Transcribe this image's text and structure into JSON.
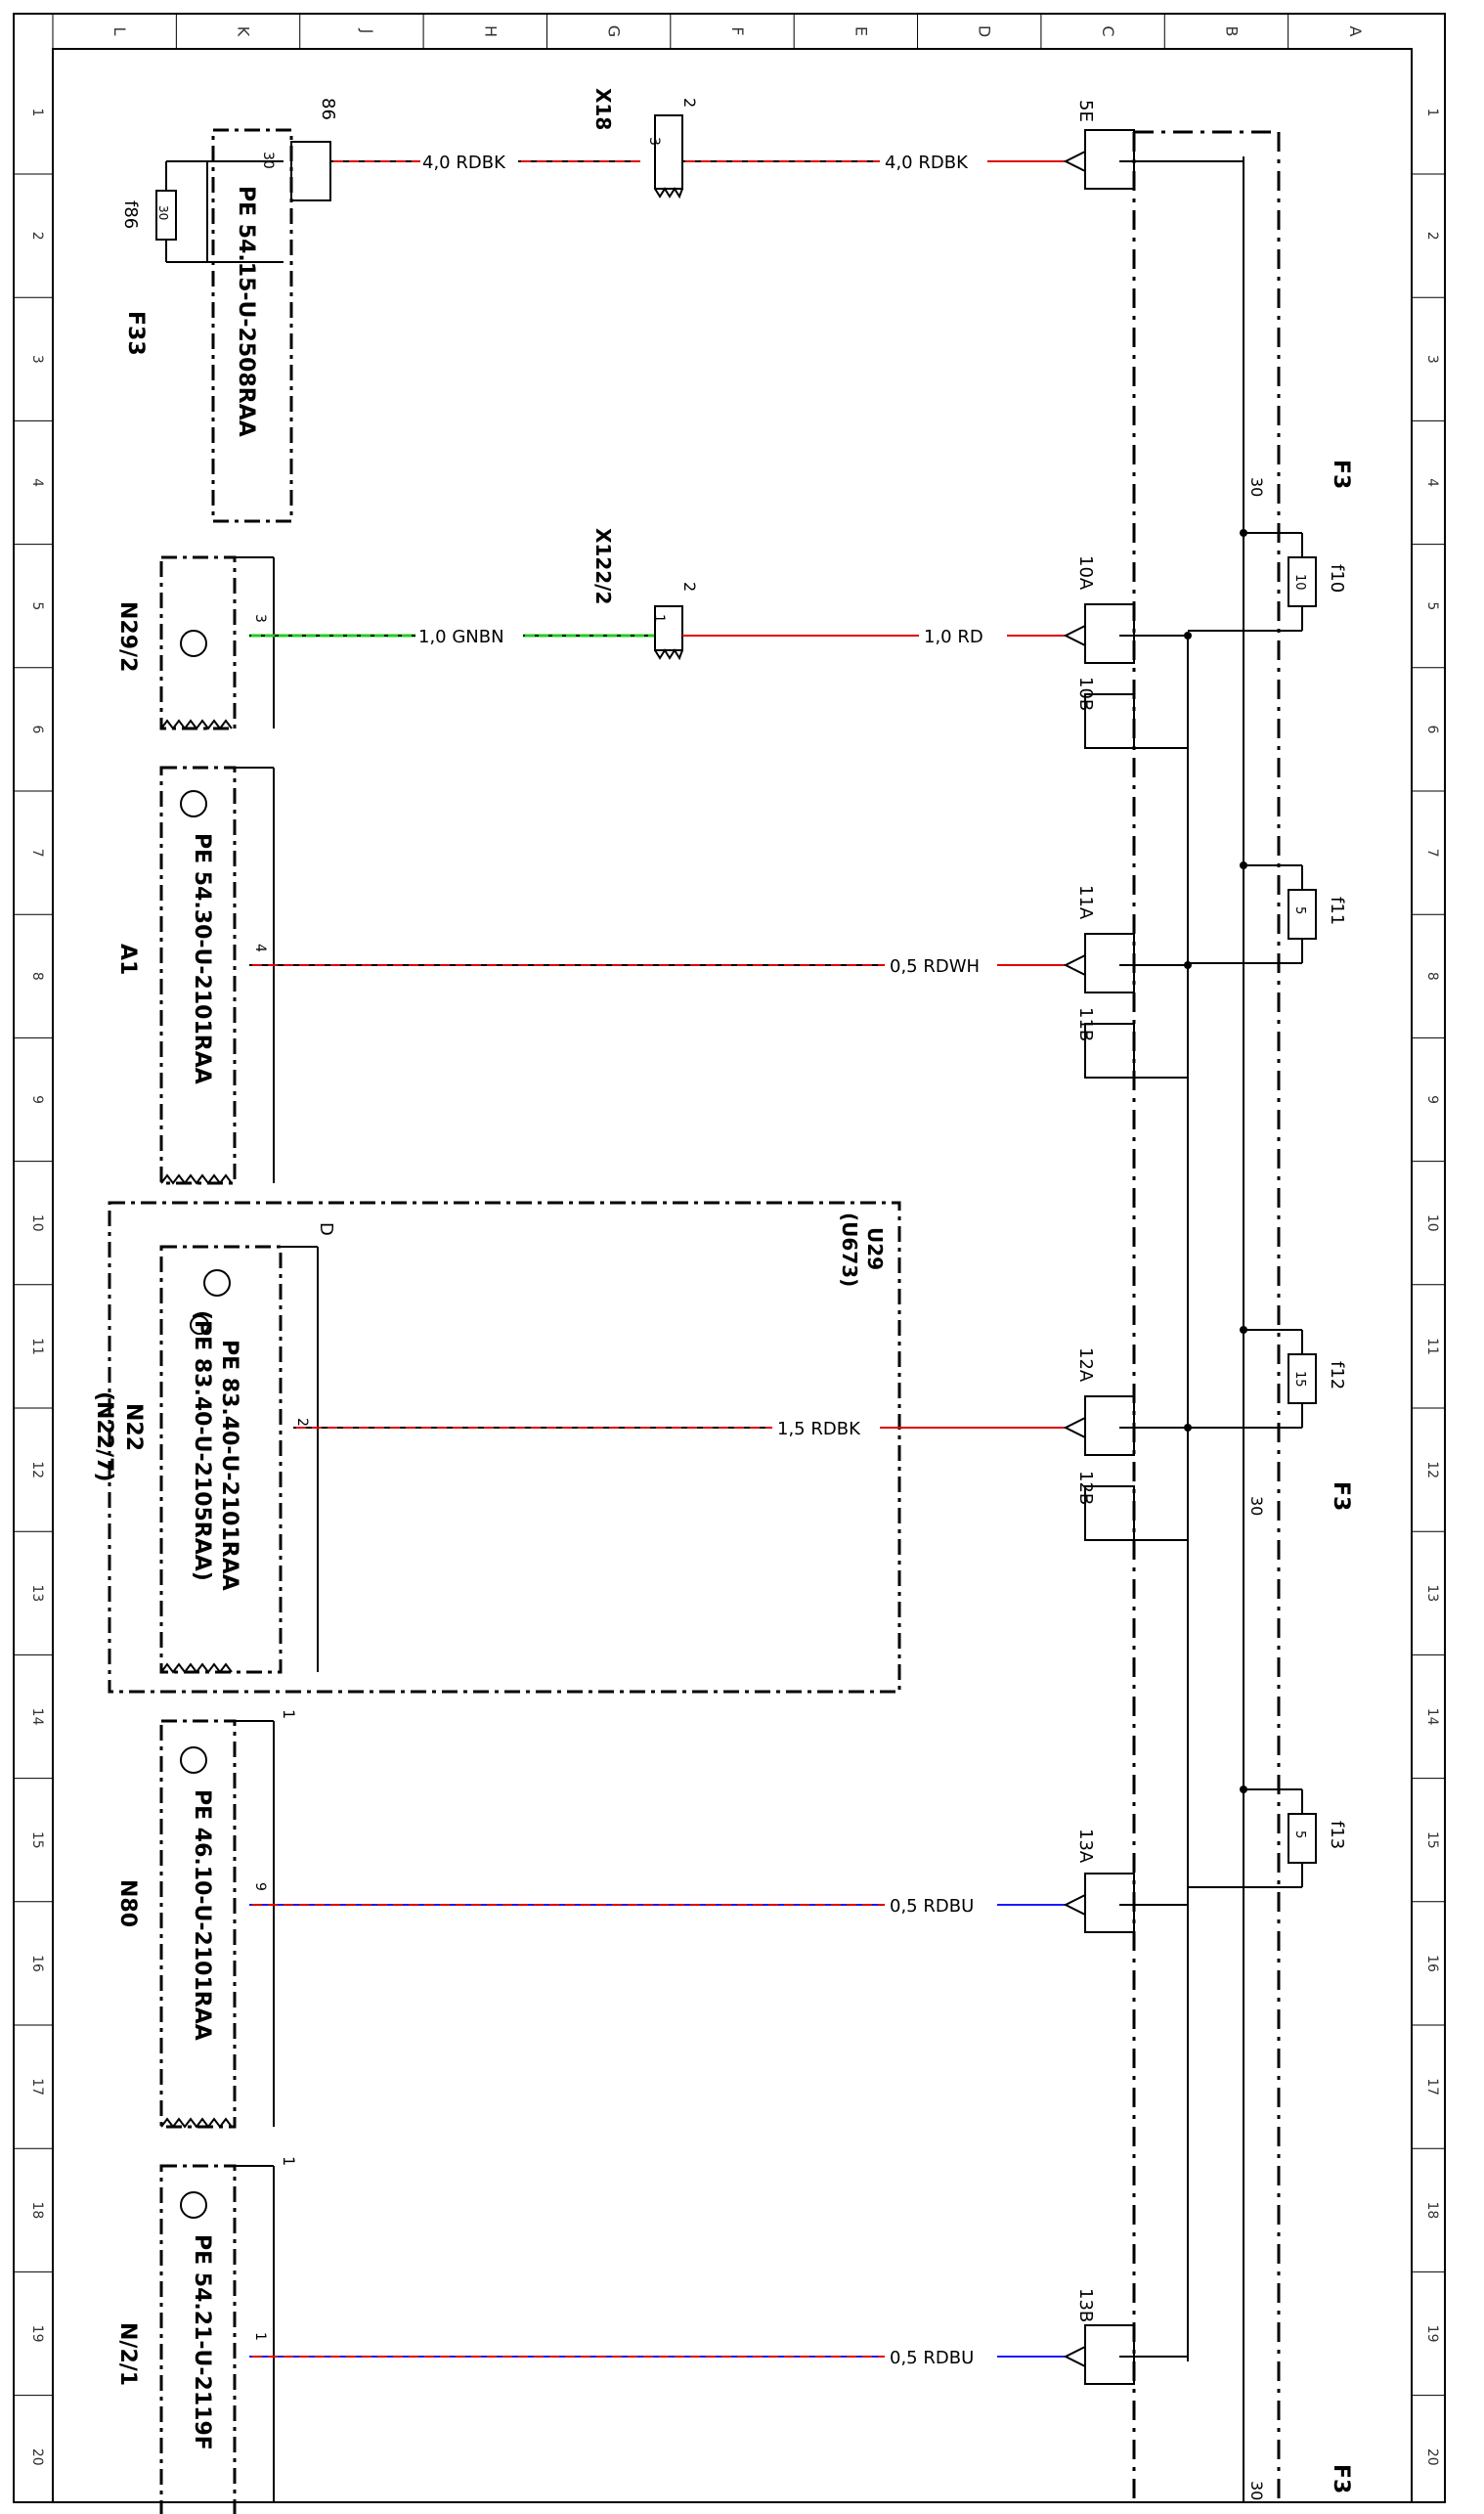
{
  "colors": {
    "red": "#e00000",
    "black": "#000000",
    "green": "#22cc22",
    "blue": "#1a1aff",
    "gray": "#555555"
  },
  "grid": {
    "columns": [
      "L",
      "K",
      "J",
      "H",
      "G",
      "F",
      "E",
      "D",
      "C",
      "B",
      "A"
    ],
    "rows": [
      "1",
      "2",
      "3",
      "4",
      "5",
      "6",
      "7",
      "8",
      "9",
      "10",
      "11",
      "12",
      "13",
      "14",
      "15",
      "16",
      "17",
      "18",
      "19",
      "20"
    ]
  },
  "component_labels": {
    "f33": "F33",
    "x18": "X18",
    "x122": "X122/2",
    "n29": "N29/2",
    "a1": "A1",
    "u29": "U29",
    "u673": "(U673)",
    "n22": "N22",
    "n22_7": "(N22/7)",
    "n80": "N80",
    "n2": "N/2/1",
    "f3_a": "F3",
    "f3_b": "F3",
    "f3_c": "F3"
  },
  "module_refs": {
    "f33": "PE 54.15-U-2508RAA",
    "a1": "PE 54.30-U-2101RAA",
    "n22_a": "PE 83.40-U-2101RAA",
    "n22_b": "(PE 83.40-U-2105RAA)",
    "n80": "PE 46.10-U-2101RAA",
    "n2": "PE 54.21-U-2119F"
  },
  "wires": [
    {
      "id": "w1",
      "label": "4,0 RDBK"
    },
    {
      "id": "w2",
      "label": "4,0 RDBK"
    },
    {
      "id": "w3",
      "label": "1,0 GNBN"
    },
    {
      "id": "w4",
      "label": "1,0 RD"
    },
    {
      "id": "w5",
      "label": "0,5 RDWH"
    },
    {
      "id": "w6",
      "label": "1,5 RDBK"
    },
    {
      "id": "w7",
      "label": "0,5 RDBU"
    },
    {
      "id": "w8",
      "label": "0,5 RDBU"
    }
  ],
  "pins": {
    "f33_86": "86",
    "f33_30": "30",
    "f86": "f86",
    "f86_30": "30",
    "x18_2": "2",
    "x18_3": "3",
    "x122_2": "2",
    "x122_1": "1",
    "n29_3": "3",
    "a1_4": "4",
    "n22_d": "D",
    "n22_2": "2",
    "n80_1": "1",
    "n80_9": "9",
    "n2_1a": "1",
    "n2_1b": "1",
    "c_5e": "5E",
    "c_10a": "10A",
    "c_10b": "10B",
    "c_11a": "11A",
    "c_11b": "11B",
    "c_12a": "12A",
    "c_12b": "12B",
    "c_13a": "13A",
    "c_13b": "13B",
    "bus_30a": "30",
    "bus_30b": "30",
    "bus_30c": "30"
  },
  "fuses": [
    {
      "name": "f10",
      "rating": "10"
    },
    {
      "name": "f11",
      "rating": "5"
    },
    {
      "name": "f12",
      "rating": "15"
    },
    {
      "name": "f13",
      "rating": "5"
    }
  ]
}
